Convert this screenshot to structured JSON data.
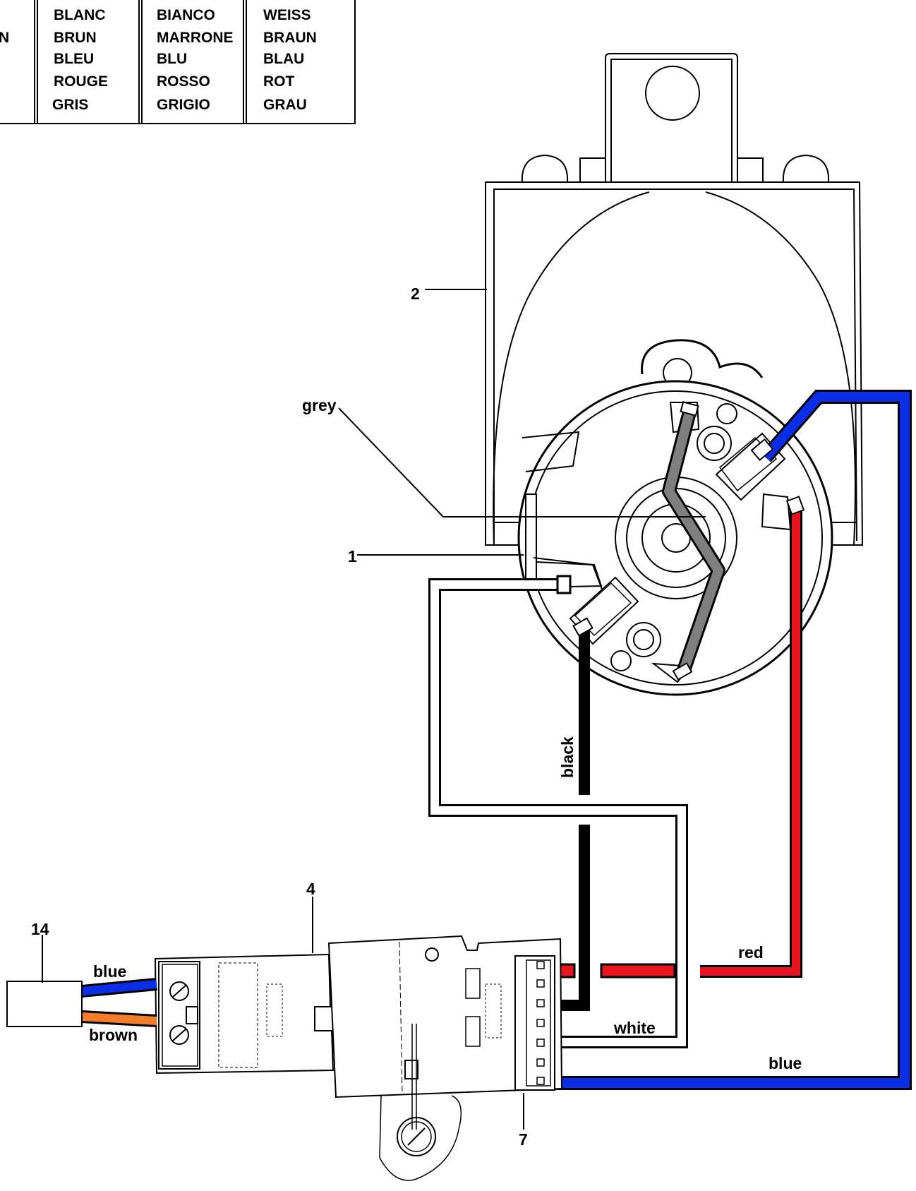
{
  "legend": {
    "columns": [
      {
        "entries": [
          "",
          "N",
          "",
          "",
          ""
        ]
      },
      {
        "entries": [
          "BLANC",
          "BRUN",
          "BLEU",
          "ROUGE",
          "GRIS"
        ]
      },
      {
        "entries": [
          "BIANCO",
          "MARRONE",
          "BLU",
          "ROSSO",
          "GRIGIO"
        ]
      },
      {
        "entries": [
          "WEISS",
          "BRAUN",
          "BLAU",
          "ROT",
          "GRAU"
        ]
      }
    ]
  },
  "callouts": {
    "motor": "2",
    "brush_holder": "1",
    "control_board": "4",
    "plug": "14",
    "connector": "7"
  },
  "wire_labels": {
    "grey": "grey",
    "black": "black",
    "red": "red",
    "white": "white",
    "blue_right": "blue",
    "blue_left": "blue",
    "brown": "brown"
  },
  "colors": {
    "blue": "#0a2ee6",
    "red": "#e8141e",
    "black": "#000000",
    "grey": "#7f7f7f",
    "brown_wire": "#f47d2a",
    "outline": "#000000"
  }
}
